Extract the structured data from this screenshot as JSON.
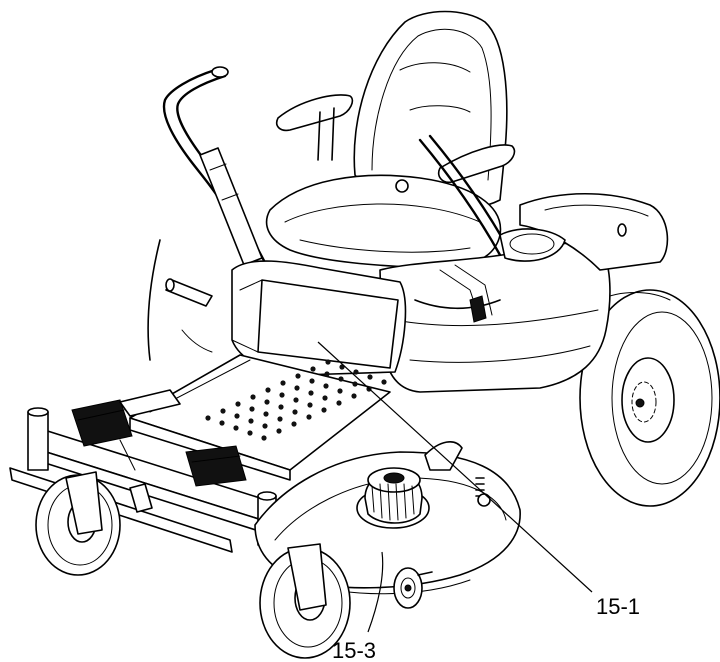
{
  "callouts": [
    {
      "id": "15-1",
      "label": "15-1"
    },
    {
      "id": "15-3",
      "label": "15-3"
    }
  ],
  "colors": {
    "line": "#000000",
    "background": "#ffffff"
  }
}
